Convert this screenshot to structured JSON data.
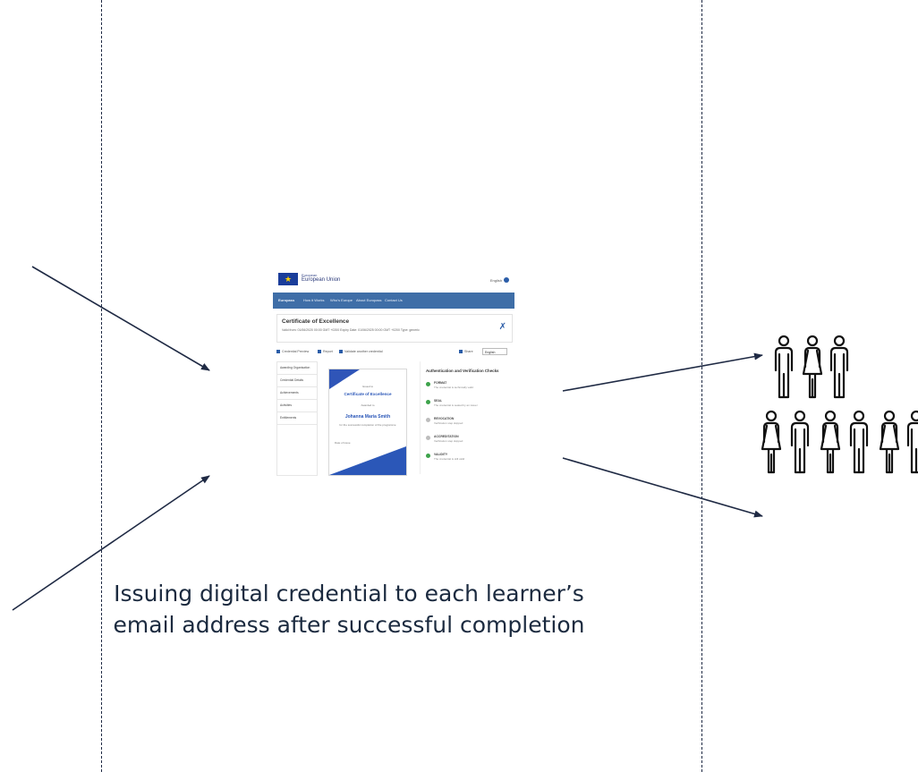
{
  "caption": {
    "line1": "Issuing digital credential to each learner’s",
    "line2": "email address after successful completion"
  },
  "colors": {
    "ink": "#1f2a44",
    "eu_blue": "#3f6ea7",
    "check_green": "#3da34b"
  },
  "credential_screenshot": {
    "header": {
      "small_label": "European",
      "org_name": "European Union",
      "language": "English"
    },
    "nav_items": [
      "Europass",
      "How it Works",
      "Who's Europe",
      "About Europass",
      "Contact Us"
    ],
    "title": "Certificate of Excellence",
    "meta": "Valid from: 01/06/2020 00:00 GMT +0200   Expiry Date: 01/06/2025 00:00 GMT +0200   Type: generic",
    "toolbar": {
      "items": [
        "Credential Preview",
        "Report",
        "Validate another credential",
        "Share"
      ],
      "language_select": "English"
    },
    "sidebar_items": [
      "Awarding Organisation",
      "Credential Details",
      "Achievements",
      "Activities",
      "Entitlements"
    ],
    "document": {
      "issuer": "Issued to",
      "title": "Certificate of Excellence",
      "subtitle": "Awarded to",
      "recipient": "Johanna Maria Smith",
      "body": "for the successful completion of the programme",
      "footer": "Date of issue"
    },
    "checks_title": "Authentication and Verification Checks",
    "checks": [
      {
        "label": "FORMAT",
        "desc": "The credential is technically valid",
        "status": "passed"
      },
      {
        "label": "SEAL",
        "desc": "The credential is sealed by an issuer",
        "status": "passed"
      },
      {
        "label": "REVOCATION",
        "desc": "Verification step skipped",
        "status": "skipped"
      },
      {
        "label": "ACCREDITATION",
        "desc": "Verification step skipped",
        "status": "skipped"
      },
      {
        "label": "VALIDITY",
        "desc": "The credential is still valid",
        "status": "passed"
      }
    ]
  },
  "learners_icon": "people-group-icon"
}
